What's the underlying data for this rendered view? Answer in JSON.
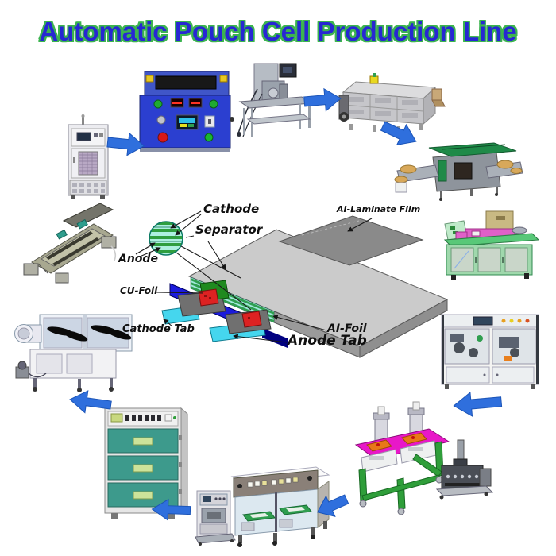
{
  "title": "Automatic Pouch Cell Production Line",
  "colors": {
    "title_fill": "#2727d3",
    "title_outline": "#3cb44f",
    "arrow_fill": "#2f6fdd",
    "arrow_edge": "#1c55b8"
  },
  "cell_diagram": {
    "labels": {
      "cathode": "Cathode",
      "separator": "Separator",
      "anode": "Anode",
      "cu_foil": "CU-Foil",
      "cathode_tab": "Cathode Tab",
      "al_laminate_film": "AI-Laminate Film",
      "al_foil": "AI-Foil",
      "anode_tab": "Anode Tab"
    }
  }
}
